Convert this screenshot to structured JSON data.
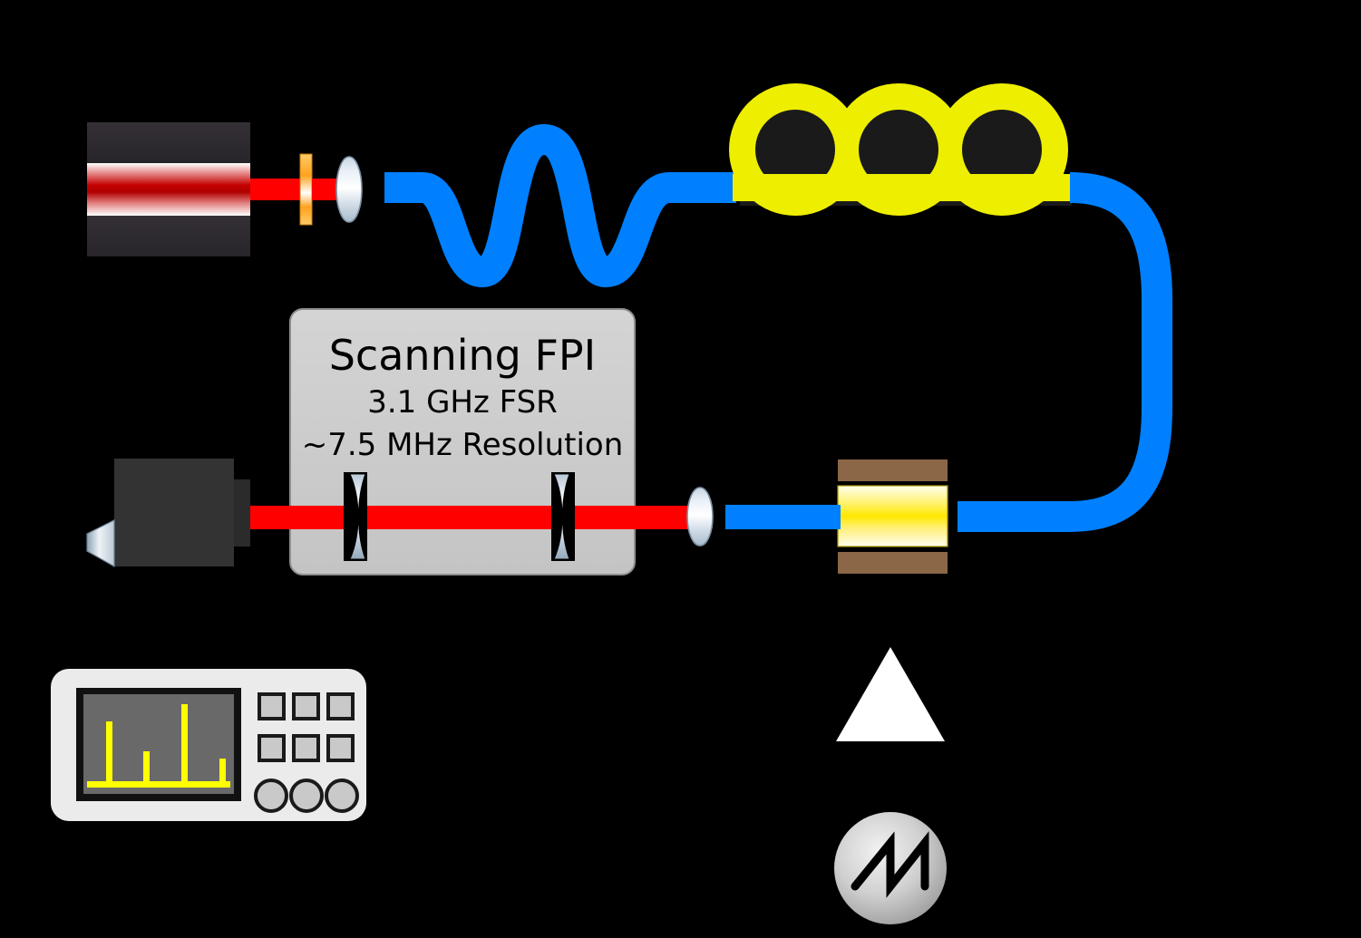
{
  "figure": {
    "title": "Scanning Fabry-Perot Interferometer optical setup",
    "background_color": "#000000"
  },
  "fpi_box": {
    "label_line1": "Scanning FPI",
    "label_line2": "3.1 GHz FSR",
    "label_line3": "~7.5 MHz Resolution",
    "fill_color": "#cccccc",
    "stroke_color": "#808080"
  },
  "laser": {
    "name": "laser-source",
    "housing_color": "#2e2b30",
    "gain_medium_color": "#cc0000",
    "beam_color": "#ff0000"
  },
  "isolator": {
    "name": "orange-optic",
    "color": "#ffa500"
  },
  "lenses": {
    "color_light": "#ffffff",
    "color_mid": "#b6c4d2",
    "color_dark": "#8fa3b5"
  },
  "fiber": {
    "color": "#0080ff",
    "name": "optical-fiber"
  },
  "polarization_controller": {
    "name": "fiber-polarization-controller",
    "loop_color": "#eeee00",
    "loop_count": 3,
    "interior_color": "#1a1a1a"
  },
  "eom": {
    "name": "electro-optic-modulator",
    "crystal_color": "#ffee00",
    "electrode_color": "#8b6647"
  },
  "amplifier": {
    "name": "rf-amplifier",
    "color": "#ffffff",
    "symbol": "triangle"
  },
  "function_generator": {
    "name": "function-generator",
    "waveform": "sawtooth",
    "body_color": "#d4d4d4"
  },
  "photodetector": {
    "name": "photodetector",
    "body_color": "#333333"
  },
  "oscilloscope": {
    "name": "oscilloscope",
    "body_color": "#ebebeb",
    "screen_color": "#696969",
    "trace_color": "#ffff00",
    "button_count": 6,
    "knob_count": 3
  },
  "chart_data": {
    "type": "line",
    "title": "Oscilloscope FPI transmission trace",
    "xlabel": "",
    "ylabel": "",
    "x": [
      16,
      42,
      68,
      94
    ],
    "values": [
      62,
      30,
      85,
      22
    ],
    "ylim": [
      0,
      100
    ],
    "xlim": [
      0,
      100
    ],
    "grid": false,
    "trace_color": "#ffff00",
    "annotations": [
      "four transmission peaks of unequal height"
    ]
  }
}
